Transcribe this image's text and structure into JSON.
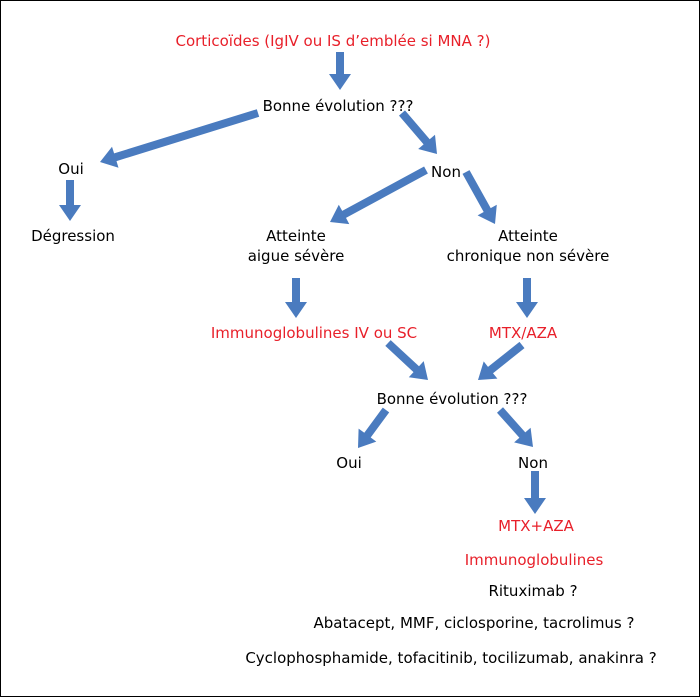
{
  "colors": {
    "arrow": "#4a7bbf",
    "red_text": "#e8202a",
    "black_text": "#000000",
    "border": "#000000",
    "background": "#ffffff"
  },
  "nodes": {
    "corticoides": "Corticoïdes (IgIV ou IS d’emblée si MNA ?)",
    "bonne_evolution_1": "Bonne évolution ???",
    "oui_1": "Oui",
    "non_1": "Non",
    "degression": "Dégression",
    "atteinte_aigue_line1": "Atteinte",
    "atteinte_aigue_line2": "aigue sévère",
    "atteinte_chronique_line1": "Atteinte",
    "atteinte_chronique_line2": "chronique non sévère",
    "immunoglobulines_iv_sc": "Immunoglobulines IV ou SC",
    "mtx_aza": "MTX/AZA",
    "bonne_evolution_2": "Bonne évolution ???",
    "oui_2": "Oui",
    "non_2": "Non",
    "mtx_plus_aza": "MTX+AZA",
    "immunoglobulines": "Immunoglobulines",
    "rituximab": "Rituximab ?",
    "abatacept": "Abatacept, MMF, ciclosporine, tacrolimus ?",
    "cyclophosphamide": "Cyclophosphamide, tofacitinib, tocilizumab, anakinra ?"
  }
}
